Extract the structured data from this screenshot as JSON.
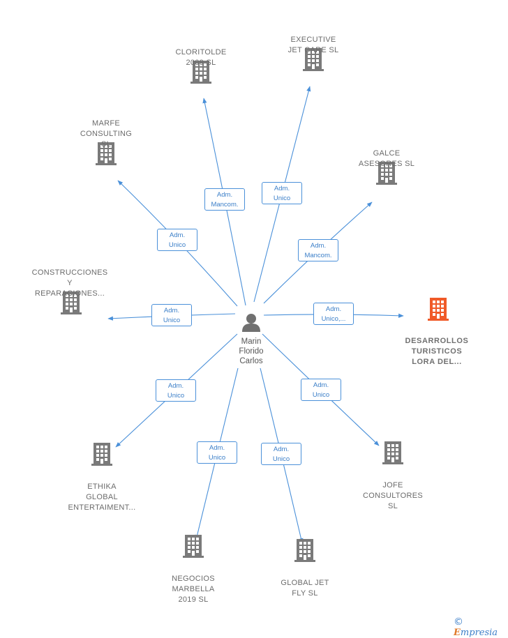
{
  "center": {
    "name_lines": [
      "Marin",
      "Florido",
      "Carlos"
    ]
  },
  "companies": [
    {
      "id": "cloritolde",
      "lines": [
        "CLORITOLDE",
        "2009 SL"
      ],
      "role_lines": [
        "Adm.",
        "Mancom."
      ],
      "highlight": false
    },
    {
      "id": "executive",
      "lines": [
        "EXECUTIVE",
        "JET CARE SL"
      ],
      "role_lines": [
        "Adm.",
        "Unico"
      ],
      "highlight": false
    },
    {
      "id": "marfe",
      "lines": [
        "MARFE",
        "CONSULTING",
        "SL"
      ],
      "role_lines": [
        "Adm.",
        "Unico"
      ],
      "highlight": false
    },
    {
      "id": "galce",
      "lines": [
        "GALCE",
        "ASESORES SL"
      ],
      "role_lines": [
        "Adm.",
        "Mancom."
      ],
      "highlight": false
    },
    {
      "id": "construcciones",
      "lines": [
        "CONSTRUCCIONES",
        "Y",
        "REPARACIONES..."
      ],
      "role_lines": [
        "Adm.",
        "Unico"
      ],
      "highlight": false
    },
    {
      "id": "desarrollos",
      "lines": [
        "DESARROLLOS",
        "TURISTICOS",
        "LORA DEL..."
      ],
      "role_lines": [
        "Adm.",
        "Unico,..."
      ],
      "highlight": true
    },
    {
      "id": "ethika",
      "lines": [
        "ETHIKA",
        "GLOBAL",
        "ENTERTAIMENT..."
      ],
      "role_lines": [
        "Adm.",
        "Unico"
      ],
      "highlight": false
    },
    {
      "id": "jofe",
      "lines": [
        "JOFE",
        "CONSULTORES",
        "SL"
      ],
      "role_lines": [
        "Adm.",
        "Unico"
      ],
      "highlight": false
    },
    {
      "id": "negocios",
      "lines": [
        "NEGOCIOS",
        "MARBELLA",
        "2019  SL"
      ],
      "role_lines": [
        "Adm.",
        "Unico"
      ],
      "highlight": false
    },
    {
      "id": "globaljet",
      "lines": [
        "GLOBAL JET",
        "FLY  SL"
      ],
      "role_lines": [
        "Adm.",
        "Unico"
      ],
      "highlight": false
    }
  ],
  "colors": {
    "edge": "#4a90d9",
    "building": "#7a7a7a",
    "building_highlight": "#f05a28",
    "person": "#707070"
  },
  "icons": {
    "company": "building-icon",
    "person": "person-icon",
    "brand": "copyright-icon"
  },
  "brand": {
    "symbol": "©",
    "initial": "E",
    "rest": "mpresia"
  }
}
